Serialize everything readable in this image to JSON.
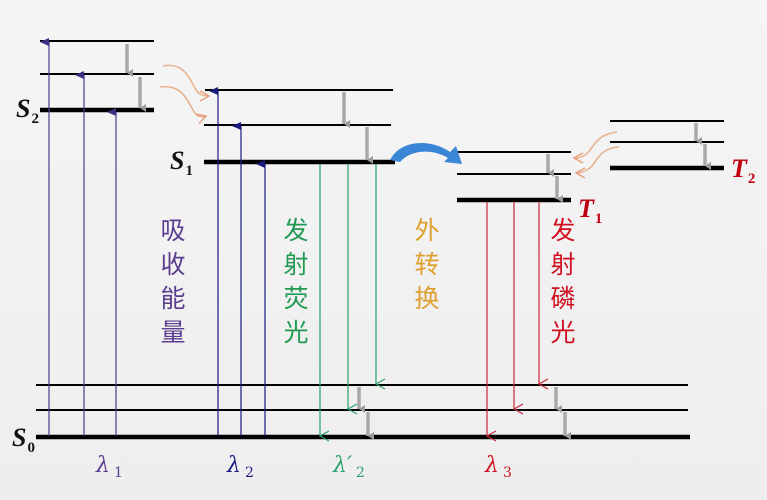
{
  "diagram": {
    "title": "Jablonski energy level diagram",
    "colors": {
      "level": "#000000",
      "absorption": "#4a3a8c",
      "absorption_s1": "#1c1a80",
      "fluorescence": "#2aa36a",
      "phosphorescence": "#c8283a",
      "vibrational_relaxation": "#a8a8a8",
      "internal_conversion_wave": "#e8b08a",
      "isc_arrow": "#3a86d6",
      "label_absorb": "#5b3f8f",
      "label_fluor": "#1f9a50",
      "label_ext": "#e0a030",
      "label_phos": "#d01020",
      "state_T": "#c00010"
    },
    "states": {
      "S0": {
        "letter": "S",
        "sub": "0"
      },
      "S1": {
        "letter": "S",
        "sub": "1"
      },
      "S2": {
        "letter": "S",
        "sub": "2"
      },
      "T1": {
        "letter": "T",
        "sub": "1"
      },
      "T2": {
        "letter": "T",
        "sub": "2"
      }
    },
    "process_labels": {
      "absorption": [
        "吸",
        "收",
        "能",
        "量"
      ],
      "fluorescence": [
        "发",
        "射",
        "荧",
        "光"
      ],
      "external_conversion": [
        "外",
        "转",
        "换"
      ],
      "phosphorescence": [
        "发",
        "射",
        "磷",
        "光"
      ]
    },
    "wavelengths": {
      "l1": {
        "symbol": "λ",
        "sub": "1"
      },
      "l2": {
        "symbol": "λ",
        "sub": "2"
      },
      "l2p": {
        "symbol": "λ′",
        "sub": "2"
      },
      "l3": {
        "symbol": "λ",
        "sub": "3"
      }
    }
  }
}
